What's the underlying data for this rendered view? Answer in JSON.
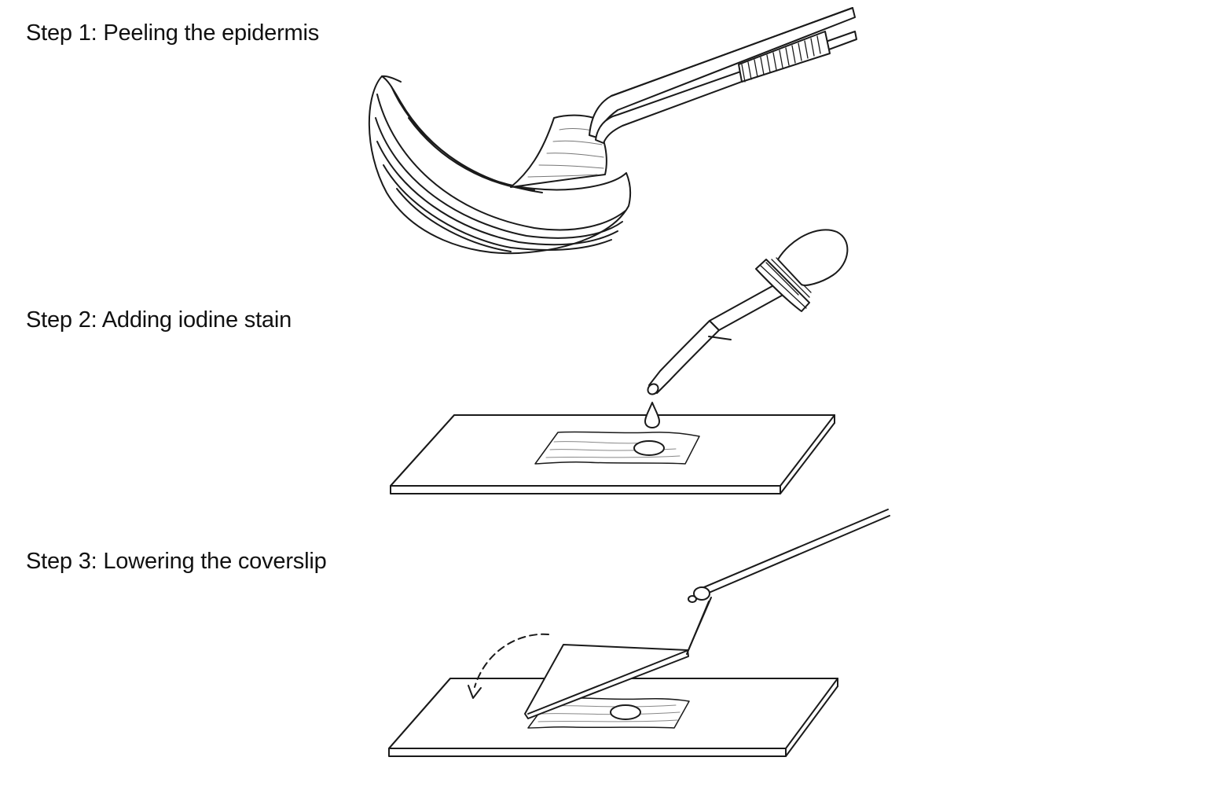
{
  "steps": [
    {
      "label": "Step 1: Peeling the epidermis",
      "illustration": "onion-scale-with-forceps"
    },
    {
      "label": "Step 2: Adding iodine stain",
      "illustration": "dropper-over-slide"
    },
    {
      "label": "Step 3: Lowering the coverslip",
      "illustration": "coverslip-lowered-with-needle"
    }
  ],
  "colors": {
    "line": "#1a1a1a",
    "background": "#ffffff",
    "text": "#111111"
  }
}
